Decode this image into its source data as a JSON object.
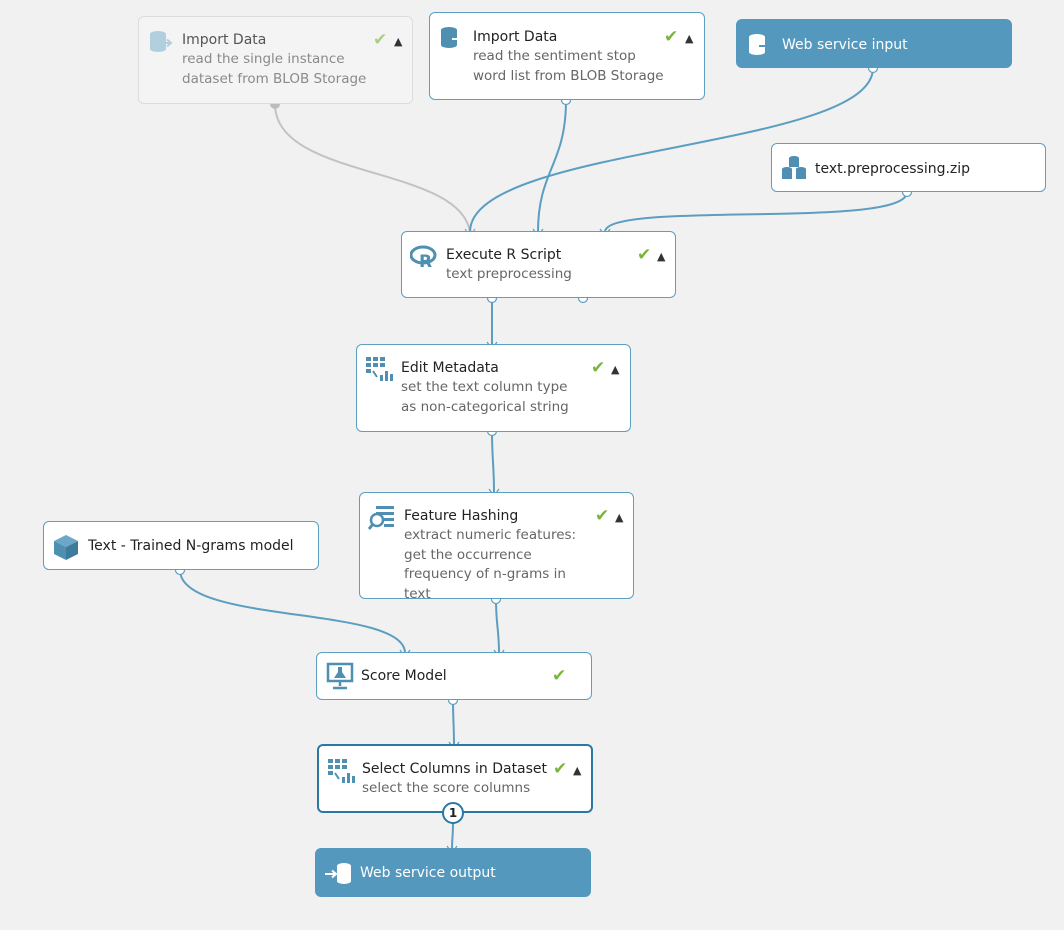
{
  "colors": {
    "edge": "#5b9ec1",
    "edge_dim": "#c2c2c2",
    "port": "#5b9ec1",
    "check": "#7bb63c",
    "io_fill": "#5499bd"
  },
  "nodes": {
    "import1": {
      "title": "Import Data",
      "subtitle": "read the single instance dataset from BLOB Storage",
      "icon": "import-data-icon",
      "checked": true
    },
    "import2": {
      "title": "Import Data",
      "subtitle": "read the sentiment stop word list from BLOB Storage",
      "icon": "import-data-icon",
      "checked": true
    },
    "ws_input": {
      "title": "Web service input",
      "icon": "web-service-input-icon"
    },
    "zip": {
      "title": "text.preprocessing.zip",
      "icon": "dataset-icon"
    },
    "rscript": {
      "title": "Execute R Script",
      "subtitle": "text preprocessing",
      "icon": "r-script-icon",
      "checked": true
    },
    "metadata": {
      "title": "Edit Metadata",
      "subtitle": "set the text column type as non-categorical string",
      "icon": "edit-metadata-icon",
      "checked": true
    },
    "hashing": {
      "title": "Feature Hashing",
      "subtitle": "extract numeric features: get the occurrence frequency of n-grams in text",
      "icon": "feature-hashing-icon",
      "checked": true
    },
    "ngrams": {
      "title": "Text - Trained N-grams model",
      "icon": "trained-model-icon"
    },
    "score": {
      "title": "Score Model",
      "icon": "score-model-icon",
      "checked": true
    },
    "select": {
      "title": "Select Columns in Dataset",
      "subtitle": "select the score columns",
      "icon": "select-columns-icon",
      "checked": true,
      "badge": "1"
    },
    "ws_output": {
      "title": "Web service output",
      "icon": "web-service-output-icon"
    }
  },
  "edges": [
    {
      "from": "import1",
      "to": "rscript",
      "dimmed": true
    },
    {
      "from": "import2",
      "to": "rscript"
    },
    {
      "from": "ws_input",
      "to": "rscript"
    },
    {
      "from": "zip",
      "to": "rscript"
    },
    {
      "from": "rscript",
      "to": "metadata"
    },
    {
      "from": "metadata",
      "to": "hashing"
    },
    {
      "from": "ngrams",
      "to": "score"
    },
    {
      "from": "hashing",
      "to": "score"
    },
    {
      "from": "score",
      "to": "select"
    },
    {
      "from": "select",
      "to": "ws_output"
    }
  ]
}
